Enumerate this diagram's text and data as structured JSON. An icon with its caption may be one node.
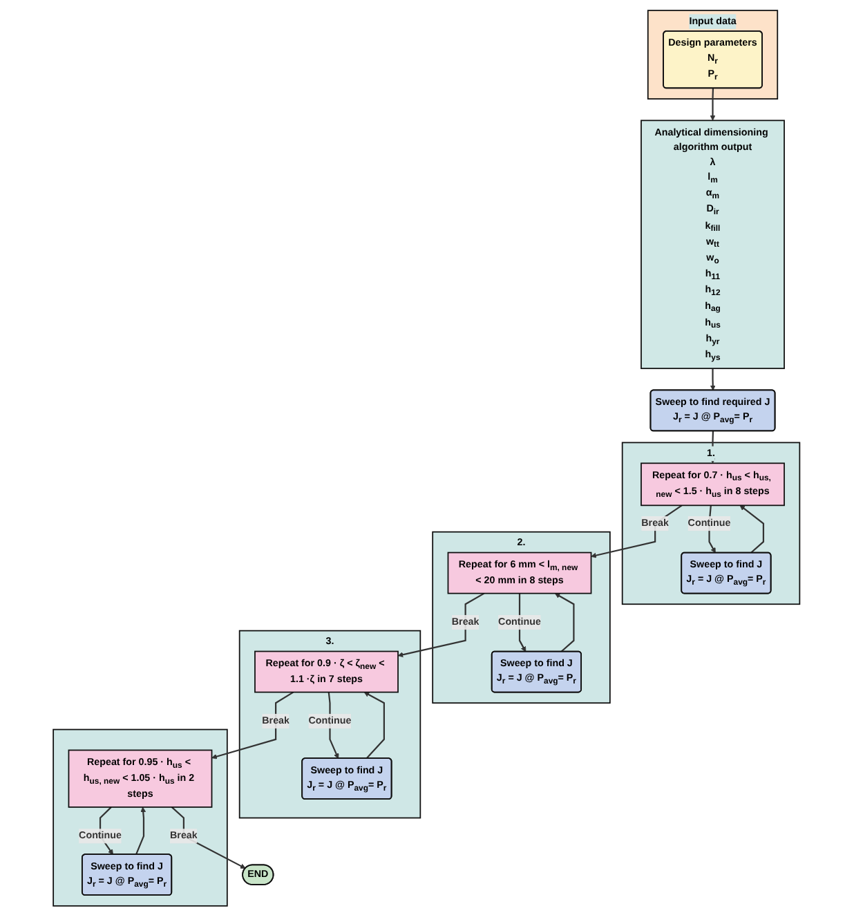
{
  "diagram": {
    "nodes": [
      {
        "text": [
          "Input data"
        ]
      },
      {
        "text": [
          "Design parameters",
          "N$_{r}$",
          "P$_{r}$"
        ],
        "in": 0
      },
      {
        "text": [
          "Analytical dimensioning algorithm output",
          "λ",
          "l$_{m}$",
          "α$_{m}$",
          "D$_{ir}$",
          "k$_{fill}$",
          "w$_{tt}$",
          "w$_{o}$",
          "h$_{11}$",
          "h$_{12}$",
          "h$_{ag}$",
          "h$_{us}$",
          "h$_{yr}$",
          "h$_{ys}$"
        ]
      },
      {
        "text": [
          "Sweep to find required J",
          "J$_{r}$ = J @ P$_{avg}$= P$_{r}$"
        ]
      },
      {
        "text": [
          "1."
        ]
      },
      {
        "text": [
          "Repeat for 0.7 · h$_{us}$ < h$_{us, new}$ < 1.5 · h$_{us}$ in 8 steps"
        ],
        "in": 4
      },
      {
        "text": [
          "Sweep to find J",
          "J$_{r}$ = J @ P$_{avg}$= P$_{r}$"
        ],
        "in": 4
      },
      {
        "text": [
          "2."
        ]
      },
      {
        "text": [
          "Repeat for 6 mm < l$_{m, new}$ < 20 mm in 8 steps"
        ],
        "in": 7
      },
      {
        "text": [
          "Sweep to find J",
          "J$_{r}$ = J @ P$_{avg}$= P$_{r}$"
        ],
        "in": 7
      },
      {
        "text": [
          "3."
        ]
      },
      {
        "text": [
          "Repeat for 0.9 · ζ < ζ$_{new}$ < 1.1 ·ζ in 7 steps"
        ],
        "in": 10
      },
      {
        "text": [
          "Sweep to find J",
          "J$_{r}$ = J @ P$_{avg}$= P$_{r}$"
        ],
        "in": 10
      },
      {
        "text": [],
        "shape": "box"
      },
      {
        "text": [
          "Repeat for 0.95 · h$_{us}$ < h$_{us, new}$ < 1.05 · h$_{us}$ in 2 steps"
        ],
        "in": 13
      },
      {
        "text": [
          "Sweep to find J",
          "J$_{r}$ = J @ P$_{avg}$= P$_{r}$"
        ],
        "in": 13
      },
      {
        "text": [
          "END"
        ]
      }
    ],
    "edges": [
      {
        "from": 1,
        "to": 2,
        "arrow": "to"
      },
      {
        "from": 2,
        "to": 3,
        "arrow": "to"
      },
      {
        "from": 3,
        "to": 5,
        "arrow": "to"
      },
      {
        "from": 5,
        "to": 6,
        "arrow": "to",
        "label": "Continue"
      },
      {
        "from": 6,
        "to": 5,
        "arrow": "to"
      },
      {
        "from": 5,
        "to": 8,
        "arrow": "to",
        "label": "Break"
      },
      {
        "from": 8,
        "to": 9,
        "arrow": "to",
        "label": "Continue"
      },
      {
        "from": 9,
        "to": 8,
        "arrow": "to"
      },
      {
        "from": 8,
        "to": 11,
        "arrow": "to",
        "label": "Break"
      },
      {
        "from": 11,
        "to": 12,
        "arrow": "to",
        "label": "Continue"
      },
      {
        "from": 12,
        "to": 11,
        "arrow": "to"
      },
      {
        "from": 11,
        "to": 14,
        "arrow": "to",
        "label": "Break"
      },
      {
        "from": 14,
        "to": 15,
        "arrow": "to",
        "label": "Continue"
      },
      {
        "from": 15,
        "to": 14,
        "arrow": "to"
      },
      {
        "from": 14,
        "to": 16,
        "arrow": "to",
        "label": "Break"
      }
    ]
  }
}
